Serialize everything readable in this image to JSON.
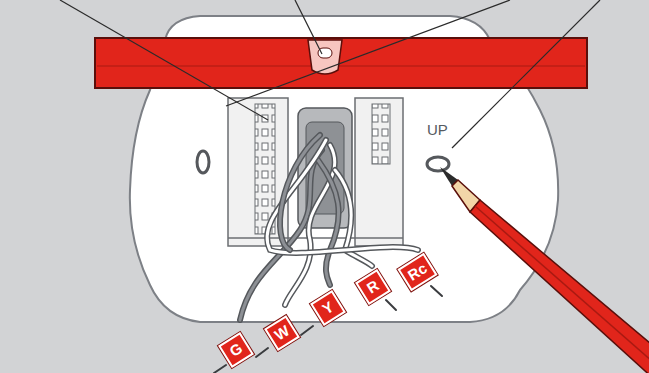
{
  "diagram": {
    "nodes": [
      {
        "text": [
          "G"
        ]
      },
      {
        "text": [
          "W"
        ]
      },
      {
        "text": [
          "Y"
        ]
      },
      {
        "text": [
          "R"
        ]
      },
      {
        "text": [
          "Rc"
        ]
      }
    ],
    "labels": [
      "UP"
    ]
  }
}
